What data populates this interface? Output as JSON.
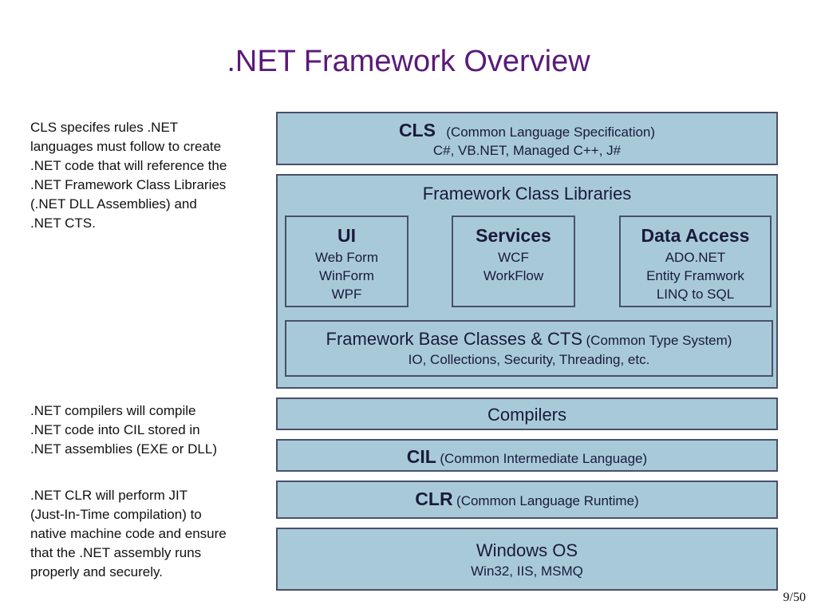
{
  "title": ".NET Framework Overview",
  "notes": {
    "cls": "CLS specifes rules .NET\nlanguages must follow to create\n.NET code that will reference the\n.NET Framework Class Libraries\n(.NET DLL Assemblies) and\n.NET CTS.",
    "compilers": ".NET compilers will compile\n.NET code into CIL stored in\n.NET assemblies (EXE or DLL)",
    "clr": ".NET CLR will perform JIT\n(Just-In-Time compilation) to\nnative machine code and ensure\nthat the .NET assembly runs\nproperly and securely."
  },
  "layers": {
    "cls": {
      "name": "CLS",
      "desc": "(Common Language Specification)",
      "sub": "C#, VB.NET, Managed C++, J#"
    },
    "fcl": {
      "title": "Framework Class Libraries",
      "ui": {
        "name": "UI",
        "items": [
          "Web Form",
          "WinForm",
          "WPF"
        ]
      },
      "services": {
        "name": "Services",
        "items": [
          "WCF",
          "WorkFlow"
        ]
      },
      "data_access": {
        "name": "Data Access",
        "items": [
          "ADO.NET",
          "Entity Framwork",
          "LINQ to SQL"
        ]
      },
      "base": {
        "name": "Framework Base Classes & CTS",
        "desc": "(Common Type System)",
        "sub": "IO, Collections, Security, Threading, etc."
      }
    },
    "compilers": {
      "name": "Compilers"
    },
    "cil": {
      "name": "CIL",
      "desc": "(Common Intermediate Language)"
    },
    "clr": {
      "name": "CLR",
      "desc": "(Common Language Runtime)"
    },
    "os": {
      "name": "Windows OS",
      "sub": "Win32, IIS, MSMQ"
    }
  },
  "page_number": "9/50"
}
